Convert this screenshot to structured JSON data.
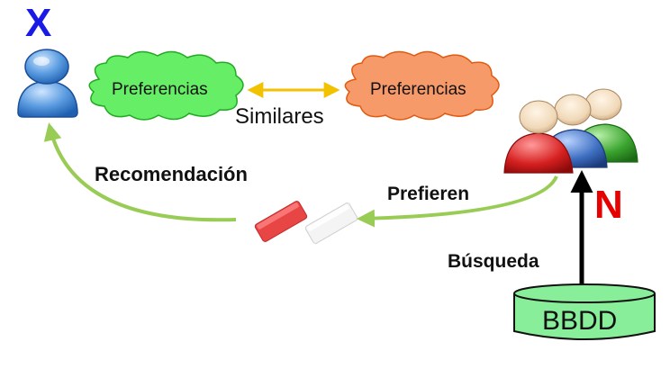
{
  "user": {
    "label": "X",
    "label_color": "#1a1ae6"
  },
  "group": {
    "label": "N",
    "label_color": "#e60000"
  },
  "cloud_left": {
    "label": "Preferencias",
    "fill": "#66ee66",
    "stroke": "#22aa22"
  },
  "cloud_right": {
    "label": "Preferencias",
    "fill": "#f79a6a",
    "stroke": "#e05a10"
  },
  "similarity": {
    "label": "Similares",
    "arrow_color": "#f2c200"
  },
  "recommend": {
    "label": "Recomendación",
    "arrow_color": "#99cc55"
  },
  "prefer": {
    "label": "Prefieren",
    "arrow_color": "#99cc55"
  },
  "search": {
    "label": "Búsqueda",
    "arrow_color": "#000000"
  },
  "database": {
    "label": "BBDD",
    "fill": "#88ee99",
    "stroke": "#111111"
  },
  "items": [
    {
      "icon": "red-item-icon",
      "color": "#e84545"
    },
    {
      "icon": "white-item-icon",
      "color": "#f4f4f4"
    }
  ]
}
